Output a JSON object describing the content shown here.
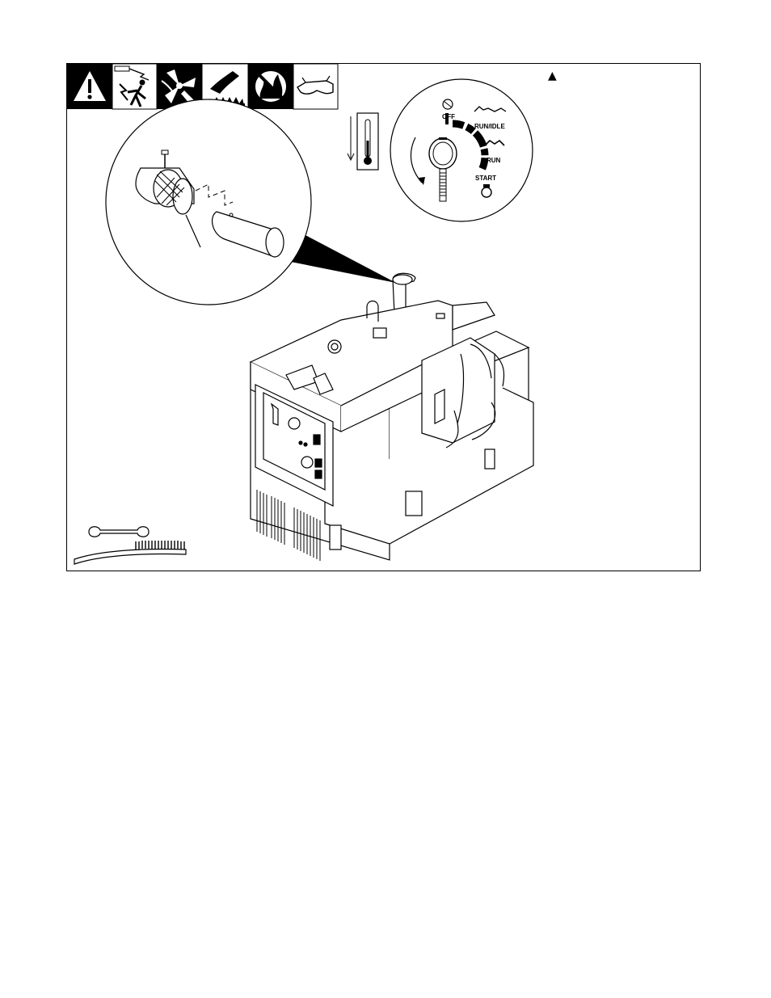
{
  "figure": {
    "marker": "▲",
    "dial": {
      "off_label": "OFF",
      "run_idle_label": "RUN/IDLE",
      "run_label": "RUN",
      "start_label": "START"
    }
  }
}
